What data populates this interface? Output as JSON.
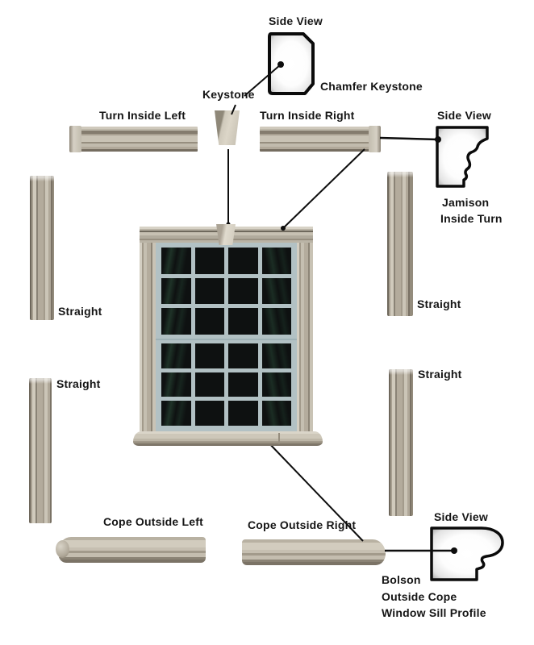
{
  "labels": {
    "side_view_top": "Side View",
    "chamfer_keystone": "Chamfer Keystone",
    "keystone": "Keystone",
    "turn_inside_left": "Turn Inside Left",
    "turn_inside_right": "Turn Inside Right",
    "side_view_right": "Side View",
    "jamison_name": "Jamison",
    "jamison_type": "Inside Turn",
    "straight_left_upper": "Straight",
    "straight_right_upper": "Straight",
    "straight_left_lower": "Straight",
    "straight_right_lower": "Straight",
    "cope_outside_left": "Cope Outside Left",
    "cope_outside_right": "Cope Outside Right",
    "side_view_bottom": "Side View",
    "bolson_name": "Bolson",
    "bolson_type": "Outside Cope",
    "bolson_desc": "Window Sill Profile"
  },
  "window": {
    "columns": 4,
    "rows_per_sash": 3,
    "sash_count": 2,
    "total_panes": 24
  },
  "colors": {
    "background": "#ffffff",
    "text": "#151515",
    "connector_line": "#0d0d0d",
    "molding_light": "#d6d0c3",
    "molding_mid": "#b2aa9b",
    "molding_dark": "#867e6f",
    "sash_frame": "#b2c1c4",
    "glass": "#0e1111",
    "profile_fill": "#ffffff",
    "profile_glow": "#9c9c9c"
  }
}
